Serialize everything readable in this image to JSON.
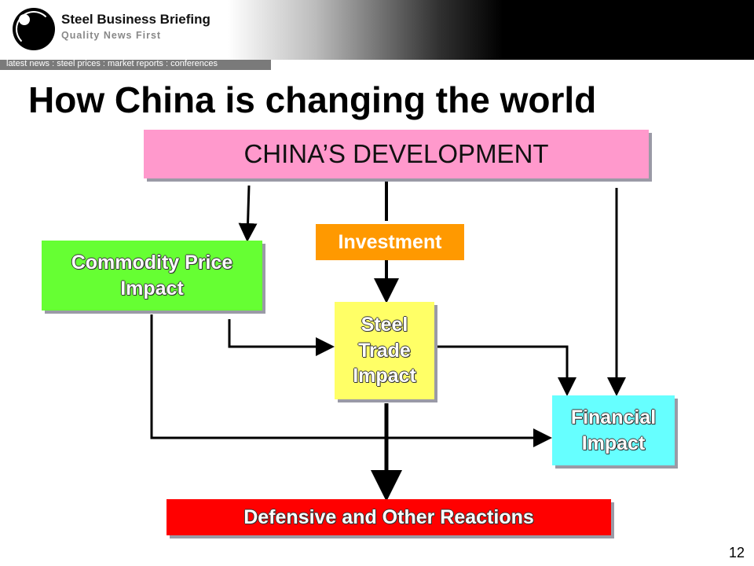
{
  "header": {
    "brand_name": "Steel Business Briefing",
    "brand_tagline": "Quality News First",
    "nav_text": "latest news : steel prices : market reports : conferences"
  },
  "slide": {
    "title": "How China is changing the world",
    "page_number": "12"
  },
  "diagram": {
    "nodes": {
      "china": {
        "lines": [
          "CHINA’S DEVELOPMENT"
        ],
        "color": "#ff99cc"
      },
      "investment": {
        "lines": [
          "Investment"
        ],
        "color": "#ff9900"
      },
      "commodity": {
        "lines": [
          "Commodity Price",
          "Impact"
        ],
        "color": "#66ff33"
      },
      "steel": {
        "lines": [
          "Steel",
          "Trade",
          "Impact"
        ],
        "color": "#ffff66"
      },
      "financial": {
        "lines": [
          "Financial",
          "Impact"
        ],
        "color": "#66ffff"
      },
      "defensive": {
        "lines": [
          "Defensive and Other Reactions"
        ],
        "color": "#ff0000"
      }
    },
    "edges": [
      [
        "china",
        "commodity"
      ],
      [
        "china",
        "investment"
      ],
      [
        "investment",
        "steel"
      ],
      [
        "china",
        "financial"
      ],
      [
        "commodity",
        "steel"
      ],
      [
        "steel",
        "financial"
      ],
      [
        "commodity",
        "financial"
      ],
      [
        "steel",
        "defensive"
      ]
    ]
  }
}
